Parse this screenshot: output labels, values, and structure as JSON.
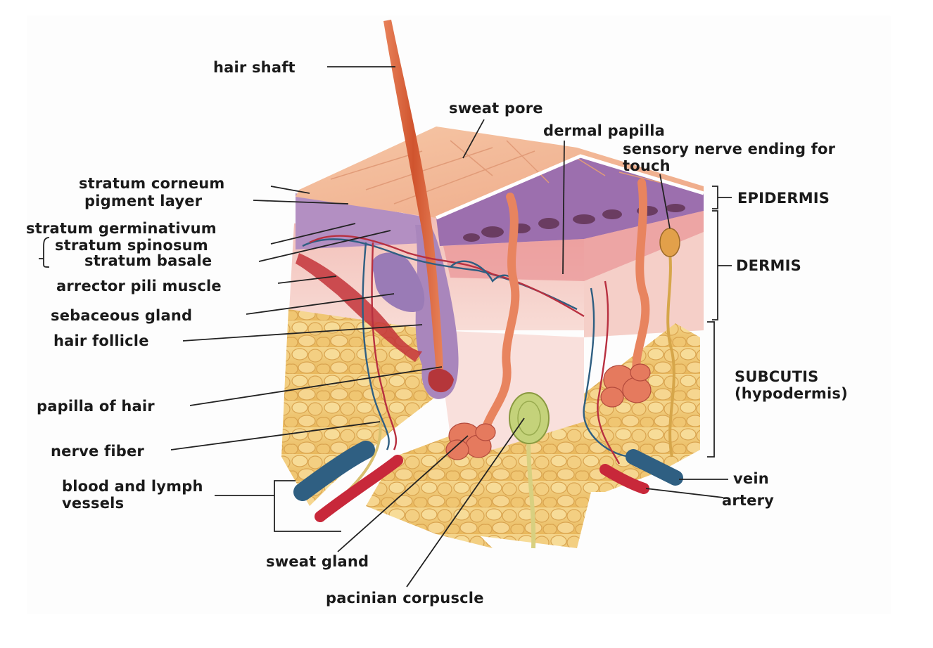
{
  "colors": {
    "skin_surface": "#f0b08e",
    "epidermis_purple": "#b48ec0",
    "dermis_pink": "#f3c9c4",
    "fat_yellow": "#f0c46a",
    "hair": "#d8603a",
    "vein_blue": "#2f5f82",
    "artery_red": "#c8283a",
    "nerve_yellow": "#d8c060",
    "pacinian_green": "#b8c870",
    "line": "#222222"
  },
  "labels": {
    "hair_shaft": "hair shaft",
    "sweat_pore": "sweat pore",
    "dermal_papilla": "dermal papilla",
    "sensory_nerve": "sensory nerve ending for touch",
    "stratum_corneum": "stratum corneum",
    "pigment_layer": "pigment layer",
    "stratum_germinativum": "stratum germinativum",
    "stratum_spinosum": "stratum spinosum",
    "stratum_basale": "stratum basale",
    "arrector_pili": "arrector pili muscle",
    "sebaceous_gland": "sebaceous gland",
    "hair_follicle": "hair follicle",
    "papilla_of_hair": "papilla of hair",
    "nerve_fiber": "nerve fiber",
    "blood_lymph": "blood and lymph vessels",
    "sweat_gland": "sweat gland",
    "pacinian": "pacinian corpuscle",
    "epidermis": "EPIDERMIS",
    "dermis": "DERMIS",
    "subcutis": "SUBCUTIS (hypodermis)",
    "vein": "vein",
    "artery": "artery"
  }
}
